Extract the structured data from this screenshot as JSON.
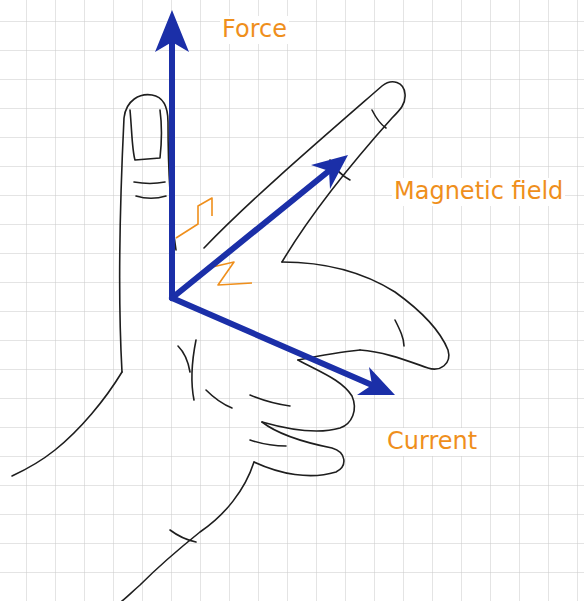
{
  "diagram": {
    "labels": [
      "Force",
      "Magnetic field",
      "Current"
    ]
  }
}
